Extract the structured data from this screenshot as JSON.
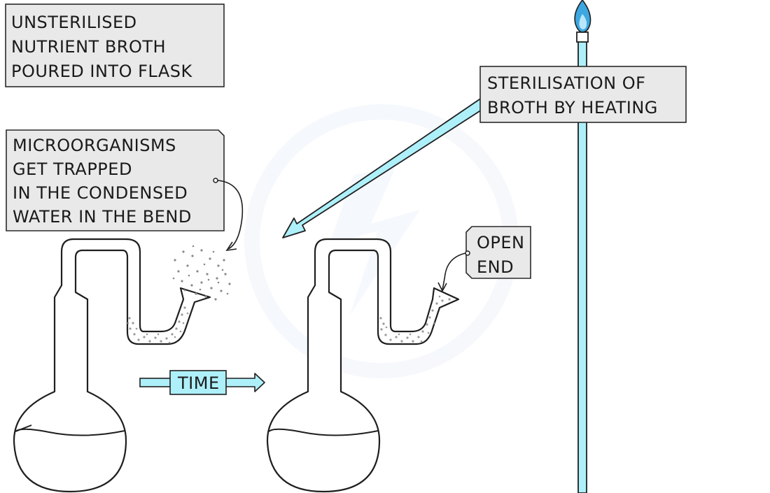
{
  "labels": {
    "unsterilised": [
      "UNSTERILISED",
      "NUTRIENT  BROTH",
      "POURED  INTO  FLASK"
    ],
    "sterilisation": [
      "STERILISATION  OF",
      "BROTH  BY  HEATING"
    ],
    "microorganisms": [
      "MICROORGANISMS",
      "GET  TRAPPED",
      "IN  THE  CONDENSED",
      "WATER  IN  THE  BEND"
    ],
    "open_end": [
      "OPEN",
      "END"
    ],
    "time": "TIME"
  },
  "colors": {
    "broth": "#ffe800",
    "glass_outline": "#1f1f1f",
    "flame_outer": "#3ca7e0",
    "flame_inner": "#b9e6fb",
    "arrow_fill": "#aef0fa",
    "label_box": "#e9e9e9",
    "watermark": "#eef3fa"
  }
}
